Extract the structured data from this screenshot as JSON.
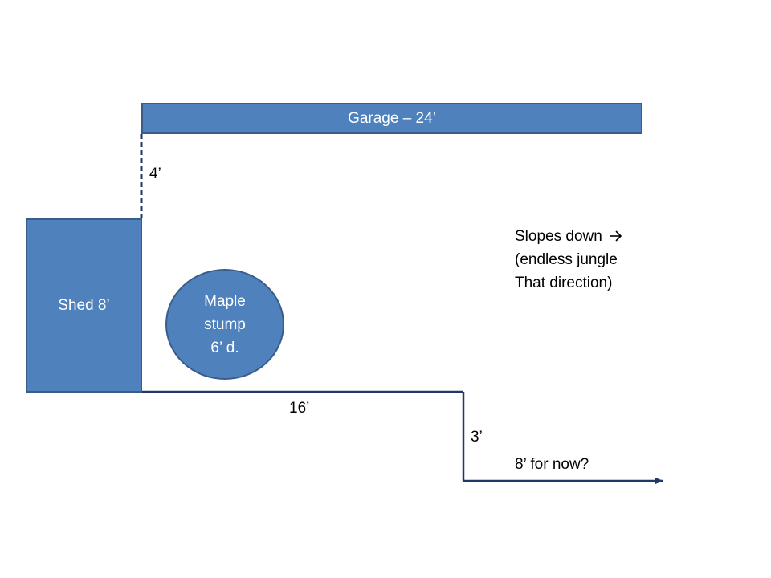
{
  "colors": {
    "shape_fill": "#4f81bd",
    "shape_border": "#385d8a",
    "line": "#1f3864",
    "text": "#000000"
  },
  "garage": {
    "label": "Garage – 24’"
  },
  "shed": {
    "label": "Shed 8’"
  },
  "stump": {
    "lines": [
      "Maple",
      "stump",
      "6’ d."
    ]
  },
  "dimensions": {
    "gap_label": "4’",
    "bottom_label": "16’",
    "drop_label": "3’",
    "extension_label": "8’ for now?"
  },
  "note": {
    "line1": "Slopes down",
    "line1_icon": "right-arrow-icon",
    "line2": "(endless jungle",
    "line3": "That direction)"
  }
}
